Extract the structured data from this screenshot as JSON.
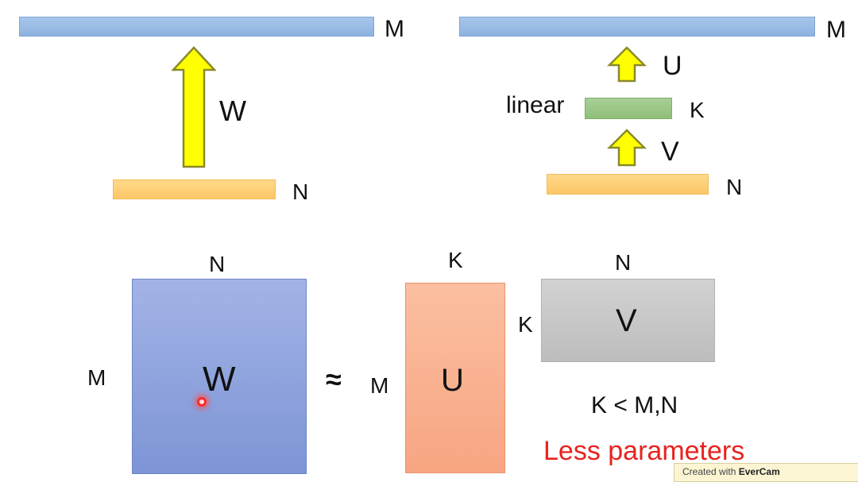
{
  "left_diagram": {
    "output_label": "M",
    "weight_label": "W",
    "input_label": "N"
  },
  "right_diagram": {
    "output_label": "M",
    "upper_weight_label": "U",
    "hidden_caption": "linear",
    "hidden_label": "K",
    "lower_weight_label": "V",
    "input_label": "N"
  },
  "matrices": {
    "w": {
      "label": "W",
      "top_dim": "N",
      "side_dim": "M"
    },
    "approx_symbol": "≈",
    "u": {
      "label": "U",
      "top_dim": "K",
      "side_dim": "M"
    },
    "v": {
      "label": "V",
      "top_dim": "N",
      "side_dim": "K"
    }
  },
  "constraint": "K < M,N",
  "highlight": "Less parameters",
  "highlight_color": "#e8231f",
  "colors": {
    "arrow_fill": "#ffff00",
    "arrow_stroke": "#8a8a2a"
  },
  "watermark": {
    "prefix": "Created with",
    "brand": "EverCam"
  }
}
